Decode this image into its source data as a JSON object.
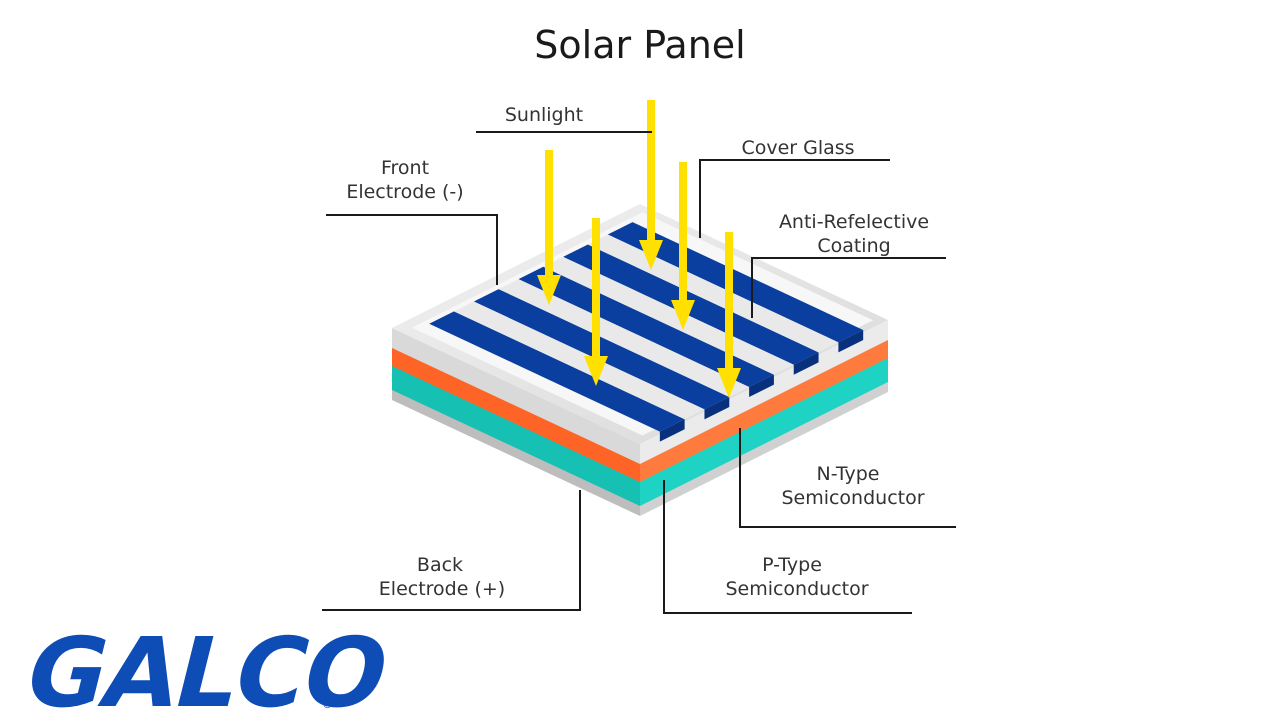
{
  "title": "Solar Panel",
  "labels": {
    "sunlight": "Sunlight",
    "cover_glass": "Cover Glass",
    "front_electrode": [
      "Front",
      "Electrode (-)"
    ],
    "anti_reflective": [
      "Anti-Refelective",
      "Coating"
    ],
    "n_type": [
      "N-Type",
      "Semiconductor"
    ],
    "p_type": [
      "P-Type",
      "Semiconductor"
    ],
    "back_electrode": [
      "Back",
      "Electrode (+)"
    ]
  },
  "logo": {
    "text": "GALCO",
    "registered": "®"
  },
  "colors": {
    "sunlight": "#FFE000",
    "cell_blue": "#0A3FA0",
    "n_layer": "#FF6B2C",
    "p_layer": "#17C7B9",
    "glass": "#E5E5E5",
    "logo": "#0D4DB5"
  }
}
